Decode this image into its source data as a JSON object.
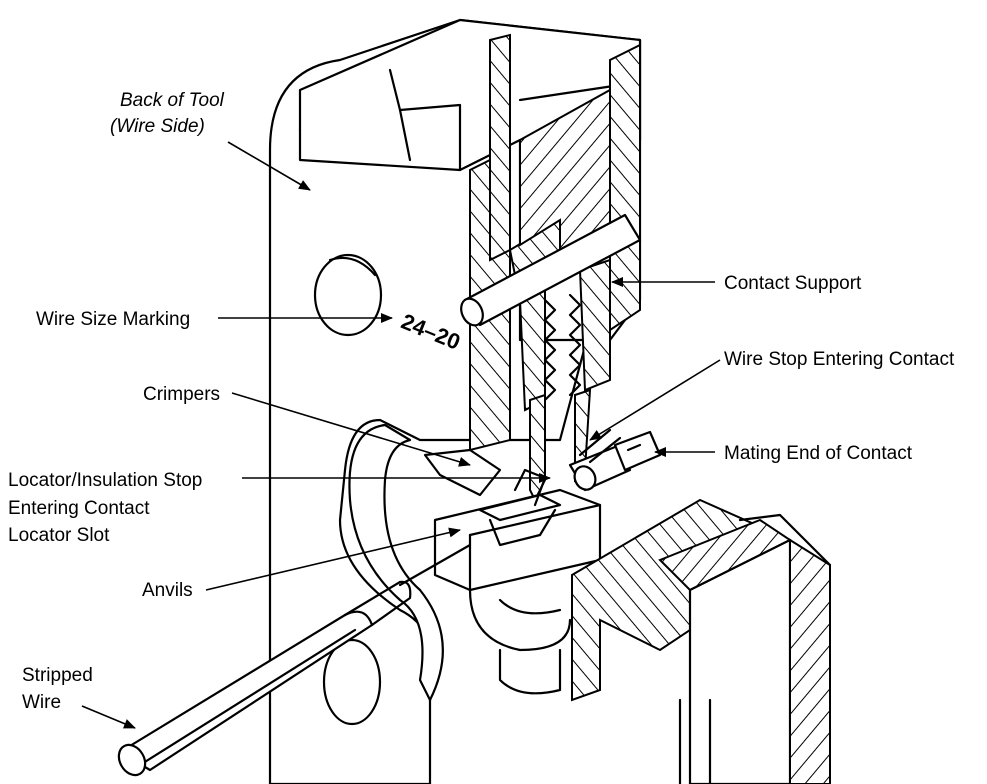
{
  "labels": {
    "back_of_tool_line1": "Back of Tool",
    "back_of_tool_line2": "(Wire Side)",
    "contact_support": "Contact Support",
    "wire_size_marking": "Wire Size Marking",
    "wire_size_value": "24–20",
    "wire_stop": "Wire Stop Entering Contact",
    "crimpers": "Crimpers",
    "mating_end": "Mating End of Contact",
    "locator_line1": "Locator/Insulation Stop",
    "locator_line2": "Entering Contact",
    "locator_line3": "Locator Slot",
    "anvils": "Anvils",
    "stripped_wire_line1": "Stripped",
    "stripped_wire_line2": "Wire"
  }
}
